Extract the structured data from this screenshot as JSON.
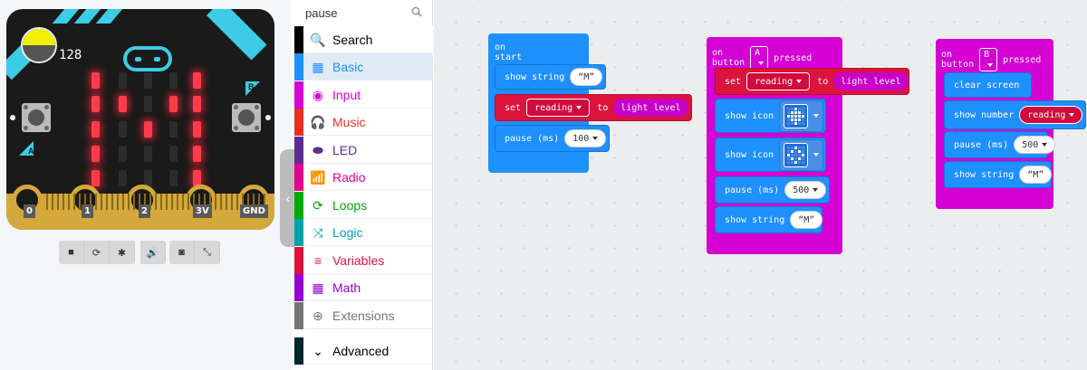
{
  "simulator": {
    "light_level": "128",
    "pins": [
      "0",
      "1",
      "2",
      "3V",
      "GND"
    ],
    "button_a_label": "A",
    "button_b_label": "B",
    "led_matrix": [
      [
        1,
        0,
        0,
        0,
        1
      ],
      [
        1,
        1,
        0,
        1,
        1
      ],
      [
        1,
        0,
        1,
        0,
        1
      ],
      [
        1,
        0,
        0,
        0,
        1
      ],
      [
        1,
        0,
        0,
        0,
        1
      ]
    ],
    "toolbar": [
      {
        "name": "stop-button",
        "glyph": "■"
      },
      {
        "name": "restart-button",
        "glyph": "⟳"
      },
      {
        "name": "debug-button",
        "glyph": "✱"
      },
      {
        "name": "mute-button",
        "glyph": "🔊"
      },
      {
        "name": "screenshot-button",
        "glyph": "◙"
      },
      {
        "name": "fullscreen-button",
        "glyph": "⤡"
      }
    ]
  },
  "toolbox": {
    "search": {
      "value": "pause"
    },
    "categories": [
      {
        "id": "search",
        "label": "Search",
        "color": "#000000",
        "glyph": "🔍"
      },
      {
        "id": "basic",
        "label": "Basic",
        "color": "#1e90ff",
        "glyph": "▦"
      },
      {
        "id": "input",
        "label": "Input",
        "color": "#d400d4",
        "glyph": "◉"
      },
      {
        "id": "music",
        "label": "Music",
        "color": "#e63022",
        "glyph": "🎧"
      },
      {
        "id": "led",
        "label": "LED",
        "color": "#5c2d91",
        "glyph": "⬬"
      },
      {
        "id": "radio",
        "label": "Radio",
        "color": "#e3008c",
        "glyph": "📶"
      },
      {
        "id": "loops",
        "label": "Loops",
        "color": "#00aa00",
        "glyph": "⟳"
      },
      {
        "id": "logic",
        "label": "Logic",
        "color": "#00a4a6",
        "glyph": "⤨"
      },
      {
        "id": "variables",
        "label": "Variables",
        "color": "#dc143c",
        "glyph": "≡"
      },
      {
        "id": "math",
        "label": "Math",
        "color": "#9400d3",
        "glyph": "▦"
      },
      {
        "id": "extensions",
        "label": "Extensions",
        "color": "#757575",
        "glyph": "⊕"
      },
      {
        "id": "advanced",
        "label": "Advanced",
        "color": "#00272b",
        "glyph": "⌄"
      }
    ]
  },
  "workspace": {
    "on_start": {
      "hat": "on start",
      "show_string": "show string",
      "string_val": "M",
      "set": "set",
      "var": "reading",
      "to": "to",
      "light": "light level",
      "pause": "pause (ms)",
      "pause_val": "100"
    },
    "on_a": {
      "hat_pre": "on button",
      "button": "A",
      "hat_post": "pressed",
      "set": "set",
      "var": "reading",
      "to": "to",
      "light": "light level",
      "show_icon": "show icon",
      "pause": "pause (ms)",
      "pause_val": "500",
      "show_string": "show string",
      "string_val": "M"
    },
    "on_b": {
      "hat_pre": "on button",
      "button": "B",
      "hat_post": "pressed",
      "clear": "clear screen",
      "show_number": "show number",
      "var": "reading",
      "pause": "pause (ms)",
      "pause_val": "500",
      "show_string": "show string",
      "string_val": "M"
    },
    "colors": {
      "basic": "#1e90ff",
      "input": "#d400d4",
      "variables": "#dc143c"
    }
  }
}
